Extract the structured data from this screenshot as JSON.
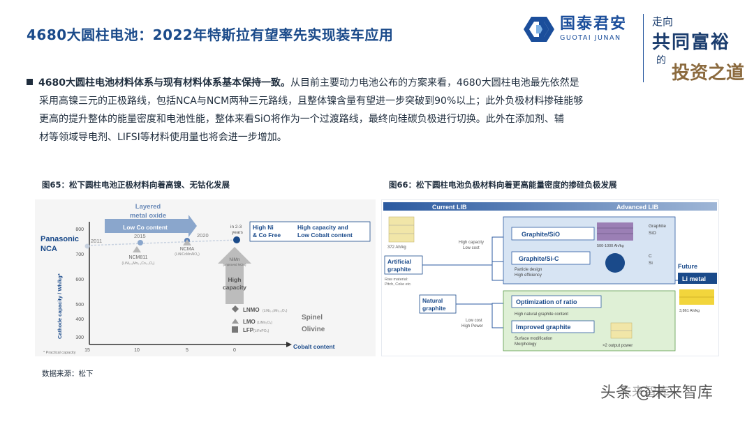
{
  "header": {
    "title": "4680大圆柱电池：2022年特斯拉有望率先实现装车应用",
    "logo_cn": "国泰君安",
    "logo_en": "GUOTAI JUNAN",
    "slogan": {
      "line1": "走向",
      "line2": "共同富裕",
      "line3": "的",
      "line4": "投资之道"
    }
  },
  "body": {
    "lead": "4680大圆柱电池材料体系与现有材料体系基本保持一致。",
    "line1_rest": "从目前主要动力电池公布的方案来看，4680大圆柱电池最先依然是",
    "line2": "采用高镍三元的正极路线，包括NCA与NCM两种三元路线，且整体镍含量有望进一步突破到90%以上；此外负极材料掺硅能够",
    "line3": "更高的提升整体的能量密度和电池性能，整体来看SiO将作为一个过渡路线，最终向硅碳负极进行切换。此外在添加剂、辅",
    "line4": "材等领域导电剂、LIFSI等材料使用量也将会进一步增加。"
  },
  "figure65": {
    "caption": "图65：松下圆柱电池正极材料向着高镍、无钴化发展",
    "brand": "Panasonic",
    "brand2": "NCA",
    "arrow_label1": "Layered",
    "arrow_label2": "metal oxide",
    "low_co": "Low Co content",
    "y2011": "2011",
    "y2015": "2015",
    "y2020": "2020",
    "in23_1": "in 2-3",
    "in23_2": "years",
    "high_ni": "High Ni",
    "co_free": "& Co Free",
    "high_cap": "High capacity and",
    "low_cobalt": "Low Cobalt content",
    "ncm811": "NCM811",
    "ncm811_formula": "(LiNi₀.₈Mn₀.₁Co₀.₁O₂)",
    "ncma": "NCMA",
    "ncma_formula": "(LiNiCoMnAlO₂)",
    "nimn": "NiMn",
    "nimn_sub": "(improved NCM)",
    "high": "High",
    "capacity": "capacity",
    "lnmo": "LNMO",
    "lnmo_formula": "(LiNi₀.₅Mn₁.₅O₄)",
    "lmo": "LMO",
    "lmo_formula": "(LiMn₂O₄)",
    "lfp": "LFP",
    "lfp_formula": "(LiFePO₄)",
    "spinel": "Spinel",
    "olivine": "Olivine",
    "ylabel": "Cathode capacity / Wh/kg*",
    "xlabel": "Cobalt content",
    "footnote": "* Practical capacity",
    "yticks": [
      "800",
      "700",
      "600",
      "500",
      "400",
      "300"
    ],
    "xticks": [
      "15",
      "10",
      "5",
      "0"
    ]
  },
  "figure66": {
    "caption": "图66：松下圆柱电池负极材料向着更高能量密度的掺硅负极发展",
    "current": "Current LIB",
    "advanced": "Advanced LIB",
    "cap372": "372 Ah/kg",
    "artificial1": "Artificial",
    "artificial2": "graphite",
    "raw1": "Raw material:",
    "raw2": "Pitch, Coke etc.",
    "natural1": "Natural",
    "natural2": "graphite",
    "highcap1": "High capacity",
    "highcap2": "Low cost",
    "lowcost1": "Low cost",
    "lowcost2": "High Power",
    "graphite_sio": "Graphite/SiO",
    "graphite_sic": "Graphite/Si-C",
    "bullet_pd": "Particle design",
    "bullet_he": "High efficiency",
    "leg_graphite": "Graphite",
    "leg_sio": "SiO",
    "leg_c": "C",
    "leg_si": "Si",
    "cap500": "500-1000 Ah/kg",
    "future": "Future",
    "li_metal": "Li metal",
    "cap3861": "3,861 Ah/kg",
    "opt_ratio": "Optimization of ratio",
    "bullet_hng": "High natural graphite content",
    "improved": "Improved graphite",
    "bullet_sm": "Surface modification",
    "bullet_morph": "Morphology",
    "x2": "×2 output power"
  },
  "source": "数据来源：松下",
  "watermark": "头条 @未来智库",
  "wechat_mark": "未来智库"
}
